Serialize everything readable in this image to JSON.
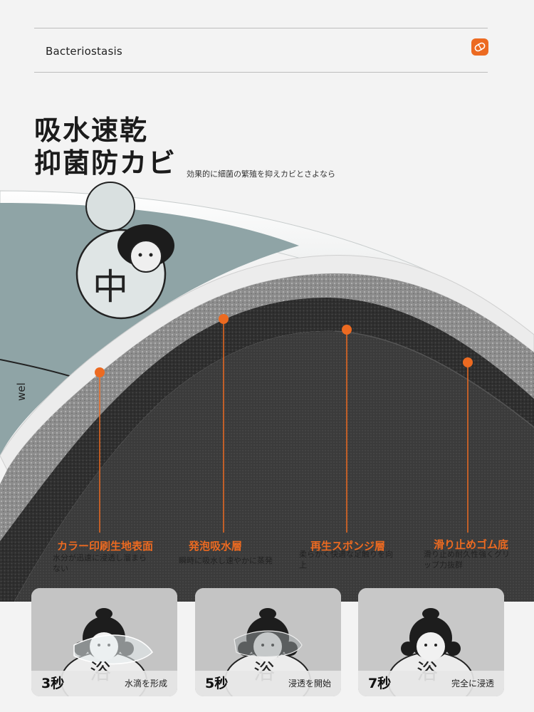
{
  "header": {
    "title": "Bacteriostasis",
    "icon": "pill-icon"
  },
  "hero": {
    "headline_line1": "吸水速乾",
    "headline_line2": "抑菌防カビ",
    "subtitle": "効果的に細菌の繁殖を抑えカビとさよなら"
  },
  "layers": [
    {
      "title": "カラー印刷生地表面",
      "desc": "水分が迅速に浸透し溜まらない"
    },
    {
      "title": "発泡吸水層",
      "desc": "瞬時に吸水し速やかに蒸発"
    },
    {
      "title": "再生スポンジ層",
      "desc": "柔らかく快適な足触りを向上"
    },
    {
      "title": "滑り止めゴム底",
      "desc": "滑り止め耐久性強くグリップ力抜群"
    }
  ],
  "steps": [
    {
      "time": "3秒",
      "label": "水滴を形成",
      "glyph": "浴"
    },
    {
      "time": "5秒",
      "label": "浸透を開始",
      "glyph": "浴"
    },
    {
      "time": "7秒",
      "label": "完全に浸透",
      "glyph": "浴"
    }
  ],
  "colors": {
    "accent": "#ec6a21",
    "mat_print": "#8fa4a6",
    "foam_gray": "#9a9a9a",
    "sponge_dark": "#3a3a3a",
    "rubber_dark": "#2e2e2e"
  }
}
